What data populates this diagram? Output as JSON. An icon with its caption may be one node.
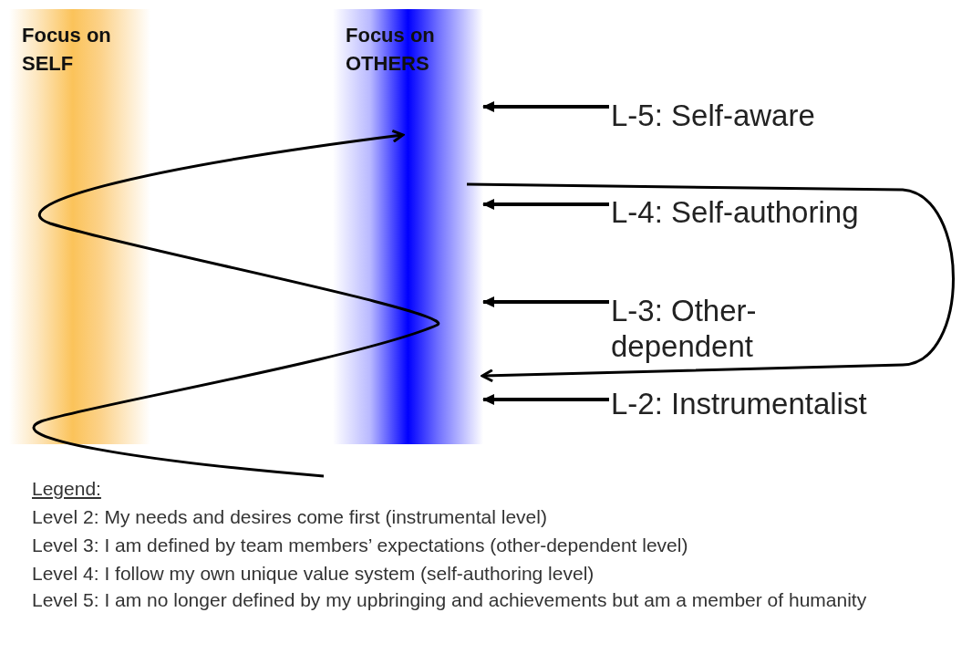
{
  "diagram": {
    "nodes": [
      {
        "text": [
          "Focus on SELF"
        ]
      },
      {
        "text": [
          "Focus on OTHERS"
        ]
      },
      {
        "text": [
          "L-5: Self-aware"
        ]
      },
      {
        "text": [
          "L-4: Self-authoring"
        ]
      },
      {
        "text": [
          "L-3: Other-dependent"
        ]
      },
      {
        "text": [
          "L-2: Instrumentalist"
        ]
      }
    ],
    "edges": [
      {
        "from": null,
        "to": 1,
        "arrow": "to"
      },
      {
        "from": null,
        "to": 1,
        "arrow": "to"
      },
      {
        "from": 2,
        "to": 1,
        "arrow": "to"
      },
      {
        "from": 3,
        "to": 1,
        "arrow": "to"
      },
      {
        "from": 4,
        "to": 1,
        "arrow": "to"
      },
      {
        "from": 5,
        "to": 1,
        "arrow": "to"
      }
    ],
    "labels": [
      "Legend:",
      "Level 2: My needs and desires come first (instrumental level)",
      "Level 3: I am defined by team members’ expectations (other-dependent level)",
      "Level 4: I follow my own unique value system (self-authoring level)",
      "Level 5: I am no longer defined by my upbringing and achievements but am a member of humanity"
    ]
  }
}
